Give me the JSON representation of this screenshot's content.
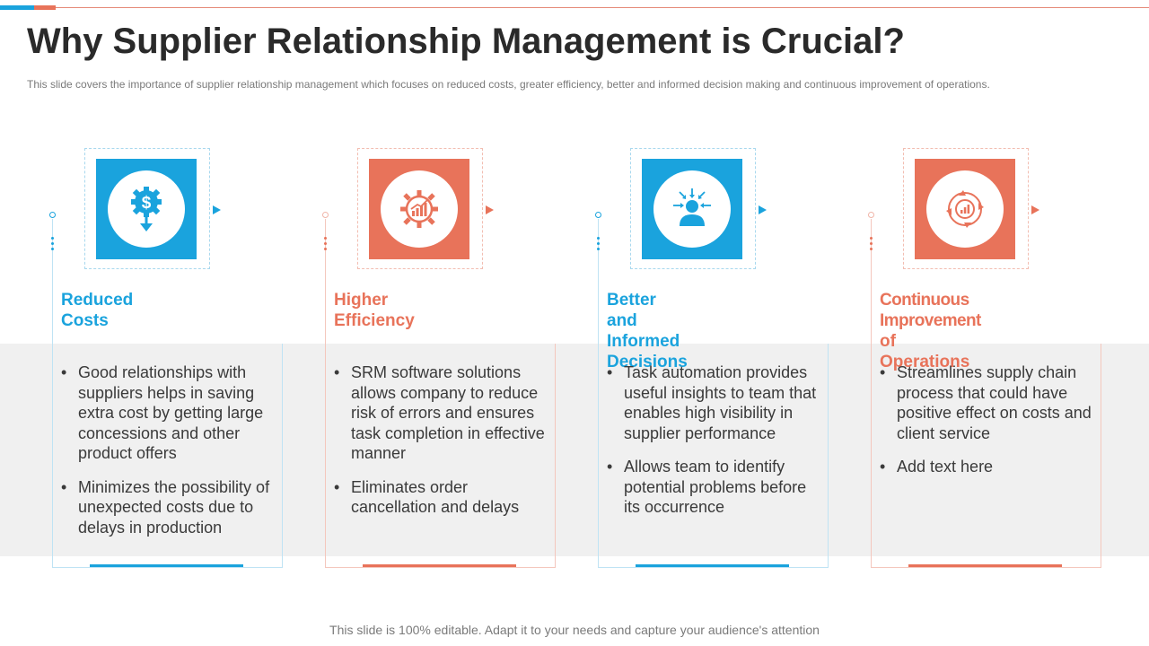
{
  "header": {
    "title": "Why Supplier Relationship Management is Crucial?",
    "subtitle": "This slide covers the importance of supplier relationship management which focuses on reduced costs, greater efficiency, better and informed decision making and continuous improvement  of operations."
  },
  "colors": {
    "blue": "#1aa3dd",
    "orange": "#e8735a"
  },
  "cards": [
    {
      "heading_line1": "Reduced",
      "heading_line2": "Costs",
      "icon": "dollar-gear-icon",
      "accent": "blue",
      "bullets": [
        "Good relationships with suppliers helps in saving extra cost by getting large concessions and other product offers",
        "Minimizes the possibility of unexpected costs due to delays in production"
      ]
    },
    {
      "heading_line1": "Higher",
      "heading_line2": "Efficiency",
      "icon": "gear-chart-icon",
      "accent": "orange",
      "bullets": [
        "SRM software solutions allows company to reduce risk of errors and ensures task completion in effective manner",
        "Eliminates order cancellation and delays"
      ]
    },
    {
      "heading_line1": "Better and",
      "heading_line2": "Informed Decisions",
      "icon": "person-focus-icon",
      "accent": "blue",
      "bullets": [
        "Task automation provides useful insights to team that enables high visibility in supplier performance",
        "Allows team to identify potential problems before its occurrence"
      ]
    },
    {
      "heading_line1": "Continuous Improvement",
      "heading_line2": "of Operations",
      "icon": "cycle-chart-icon",
      "accent": "orange",
      "bullets": [
        "Streamlines supply chain process that could have positive effect on costs and client service",
        "Add text here"
      ]
    }
  ],
  "footer": {
    "text": "This slide is 100% editable. Adapt it to your needs and capture your audience's attention"
  }
}
